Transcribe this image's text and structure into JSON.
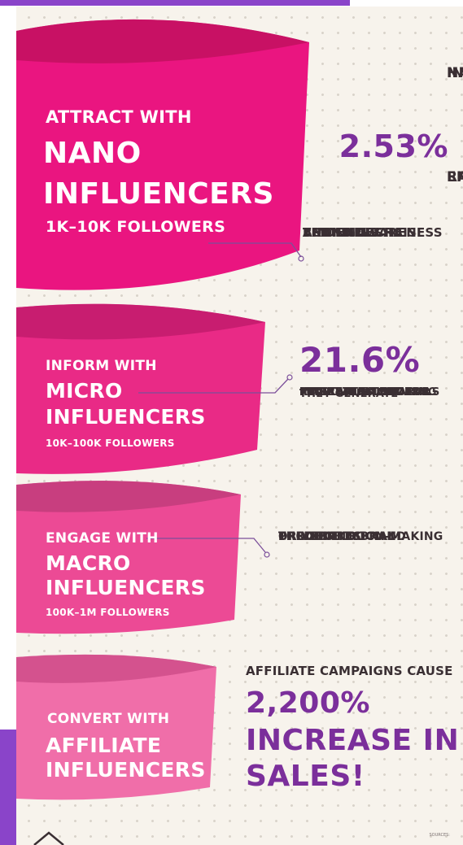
{
  "colors": {
    "accent_purple": "#8a44c9",
    "tier1": "#ea1580",
    "tier2": "#e92a86",
    "tier3": "#ec4a95",
    "tier4": "#f06ea9",
    "stat_purple": "#7b2f9b",
    "text_dark": "#3a2f33",
    "background": "#f7f3ec"
  },
  "tiers": [
    {
      "heading": "ATTRACT WITH",
      "title_line1": "NANO",
      "title_line2": "INFLUENCERS",
      "followers": "1K–10K FOLLOWERS"
    },
    {
      "heading": "INFORM WITH",
      "title_line1": "MICRO",
      "title_line2": "INFLUENCERS",
      "followers": "10K–100K FOLLOWERS"
    },
    {
      "heading": "ENGAGE WITH",
      "title_line1": "MACRO",
      "title_line2": "INFLUENCERS",
      "followers": "100K–1M FOLLOWERS"
    },
    {
      "heading": "CONVERT WITH",
      "title_line1": "AFFILIATE",
      "title_line2": "INFLUENCERS"
    }
  ],
  "stats": {
    "nano": {
      "intro": [
        "NANO",
        "INFLUENCERS",
        "HAVE A"
      ],
      "value": "2.53%",
      "outro": [
        "ENGAGEMENT",
        "RATE."
      ],
      "note": [
        "THEY HELP RAISE",
        "BRAND AWARENESS",
        "AMONG NICHE",
        "AUDIENCES."
      ]
    },
    "micro": {
      "value": "21.6%",
      "lines": [
        "MARKETERS OPT FOR",
        "MICRO-INFLUENCERS.",
        "THEY GENERATE",
        "INTEREST BY SHARING",
        "REVIEWS & TUTORIALS"
      ]
    },
    "macro": {
      "lines": [
        "DRIVE DECISION-MAKING",
        "THROUGH SOCIAL",
        "PROOF AND BRAND",
        "CREDIBILITY."
      ]
    },
    "affiliate": {
      "intro": "AFFILIATE CAMPAIGNS CAUSE",
      "value": "2,200%",
      "line2": "INCREASE IN",
      "line3": "SALES!"
    }
  },
  "footer": {
    "sources_label": "SOURCES:"
  },
  "icons": {
    "logo": "house-outline-icon"
  }
}
